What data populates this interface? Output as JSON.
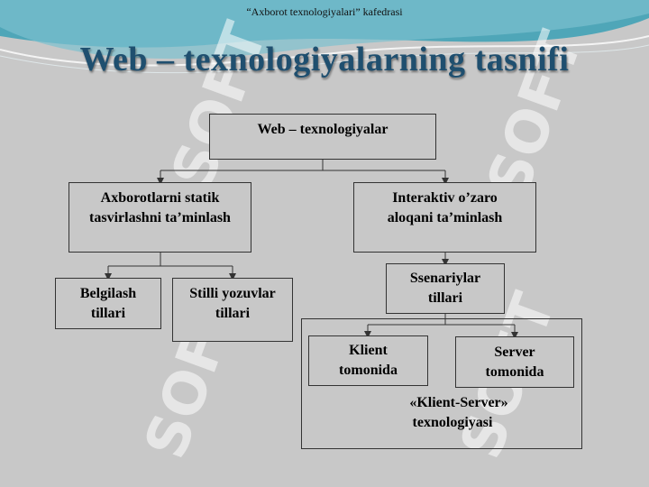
{
  "header": {
    "text": "“Axborot texnologiyalari”  kafedrasi"
  },
  "title": "Web – texnologiyalarning tasnifi",
  "watermark": "SOFT",
  "colors": {
    "background": "#c8c8c8",
    "title": "#1f4f6f",
    "band": "#4fa6b8"
  },
  "nodes": {
    "root": {
      "line1": "Web – texnologiyalar"
    },
    "static": {
      "line1": "Axborotlarni statik",
      "line2": "tasvirlashni ta’minlash"
    },
    "interactive": {
      "line1": "Interaktiv o’zaro",
      "line2": "aloqani ta’minlash"
    },
    "markup": {
      "line1": "Belgilash",
      "line2": "tillari"
    },
    "styles": {
      "line1": "Stilli yozuvlar",
      "line2": "tillari"
    },
    "scripts": {
      "line1": "Ssenariylar",
      "line2": "tillari"
    },
    "client": {
      "line1": "Klient",
      "line2": "tomonida"
    },
    "server": {
      "line1": "Server",
      "line2": "tomonida"
    },
    "client_server": {
      "line1": "«Klient-Server»",
      "line2": "texnologiyasi"
    }
  }
}
